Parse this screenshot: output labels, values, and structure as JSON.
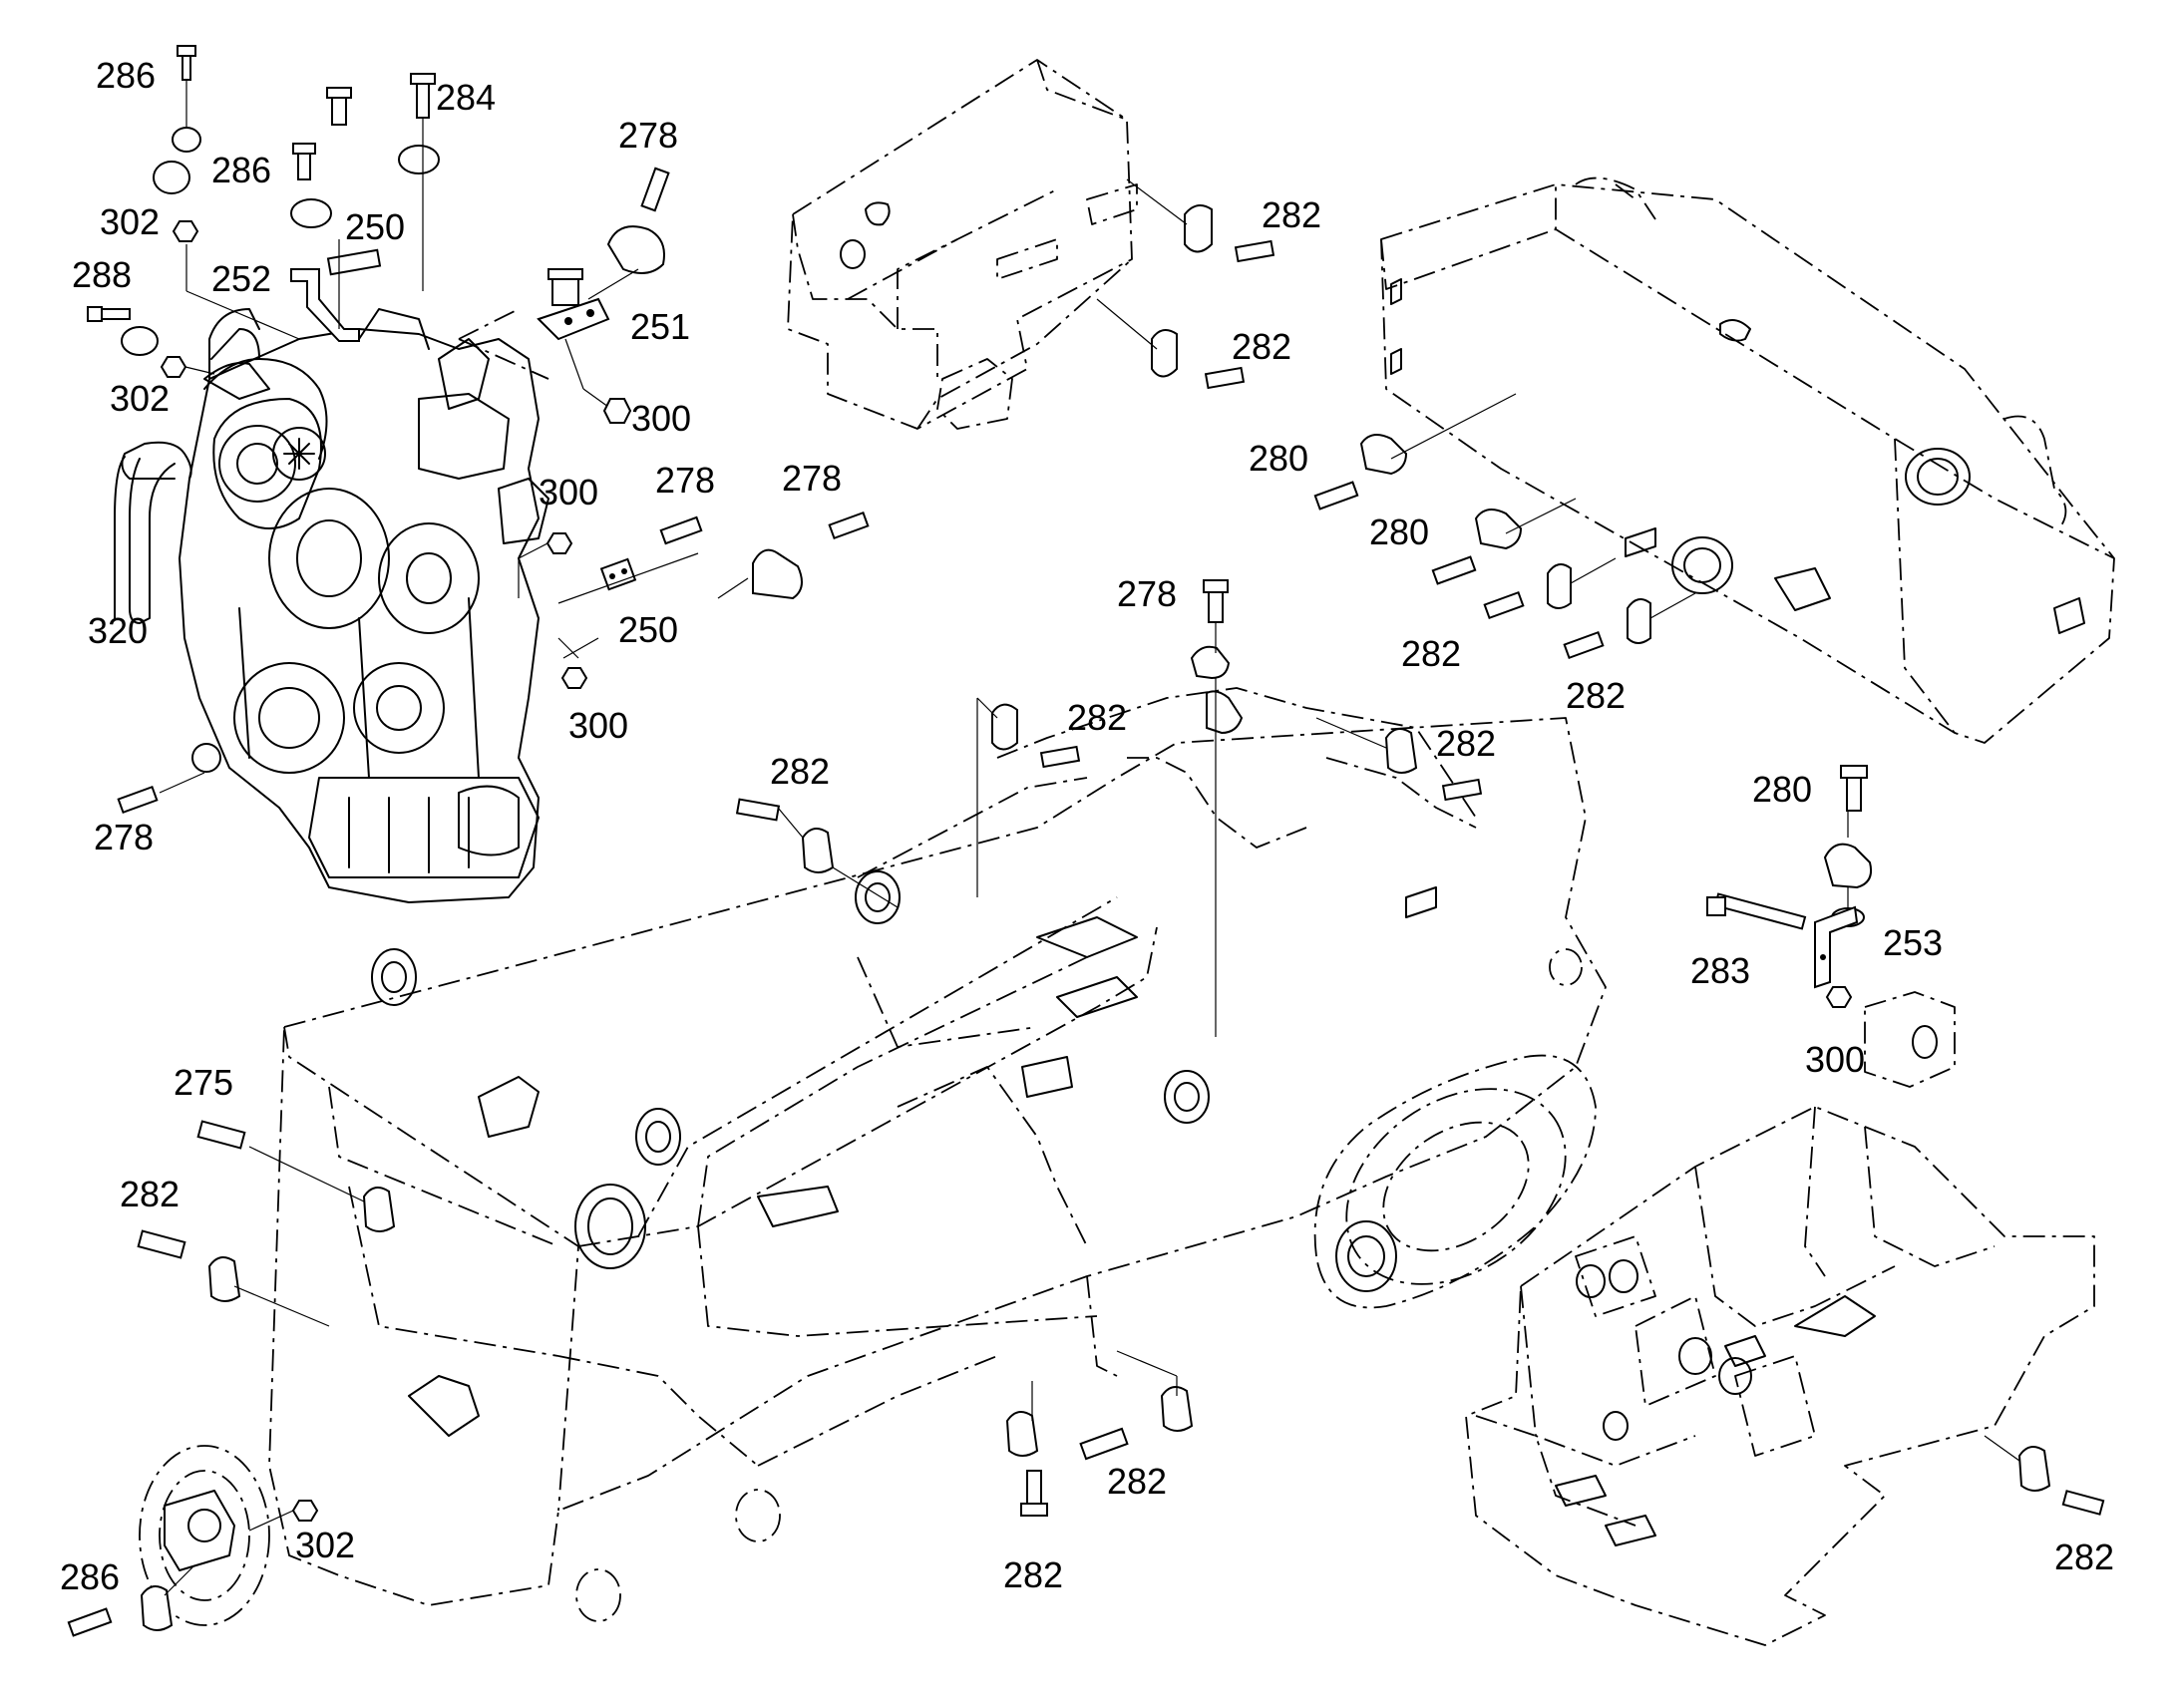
{
  "callouts": [
    {
      "id": "c1",
      "text": "286"
    },
    {
      "id": "c2",
      "text": "284"
    },
    {
      "id": "c3",
      "text": "278"
    },
    {
      "id": "c4",
      "text": "286"
    },
    {
      "id": "c5",
      "text": "302"
    },
    {
      "id": "c6",
      "text": "250"
    },
    {
      "id": "c7",
      "text": "288"
    },
    {
      "id": "c8",
      "text": "252"
    },
    {
      "id": "c9",
      "text": "251"
    },
    {
      "id": "c10",
      "text": "302"
    },
    {
      "id": "c11",
      "text": "300"
    },
    {
      "id": "c12",
      "text": "300"
    },
    {
      "id": "c13",
      "text": "278"
    },
    {
      "id": "c14",
      "text": "278"
    },
    {
      "id": "c15",
      "text": "320"
    },
    {
      "id": "c16",
      "text": "250"
    },
    {
      "id": "c17",
      "text": "300"
    },
    {
      "id": "c18",
      "text": "278"
    },
    {
      "id": "c19",
      "text": "282"
    },
    {
      "id": "c20",
      "text": "282"
    },
    {
      "id": "c21",
      "text": "280"
    },
    {
      "id": "c22",
      "text": "280"
    },
    {
      "id": "c23",
      "text": "282"
    },
    {
      "id": "c24",
      "text": "282"
    },
    {
      "id": "c25",
      "text": "278"
    },
    {
      "id": "c26",
      "text": "282"
    },
    {
      "id": "c27",
      "text": "282"
    },
    {
      "id": "c28",
      "text": "282"
    },
    {
      "id": "c29",
      "text": "280"
    },
    {
      "id": "c30",
      "text": "283"
    },
    {
      "id": "c31",
      "text": "253"
    },
    {
      "id": "c32",
      "text": "300"
    },
    {
      "id": "c33",
      "text": "275"
    },
    {
      "id": "c34",
      "text": "282"
    },
    {
      "id": "c35",
      "text": "302"
    },
    {
      "id": "c36",
      "text": "286"
    },
    {
      "id": "c37",
      "text": "282"
    },
    {
      "id": "c38",
      "text": "282"
    },
    {
      "id": "c39",
      "text": "282"
    }
  ]
}
